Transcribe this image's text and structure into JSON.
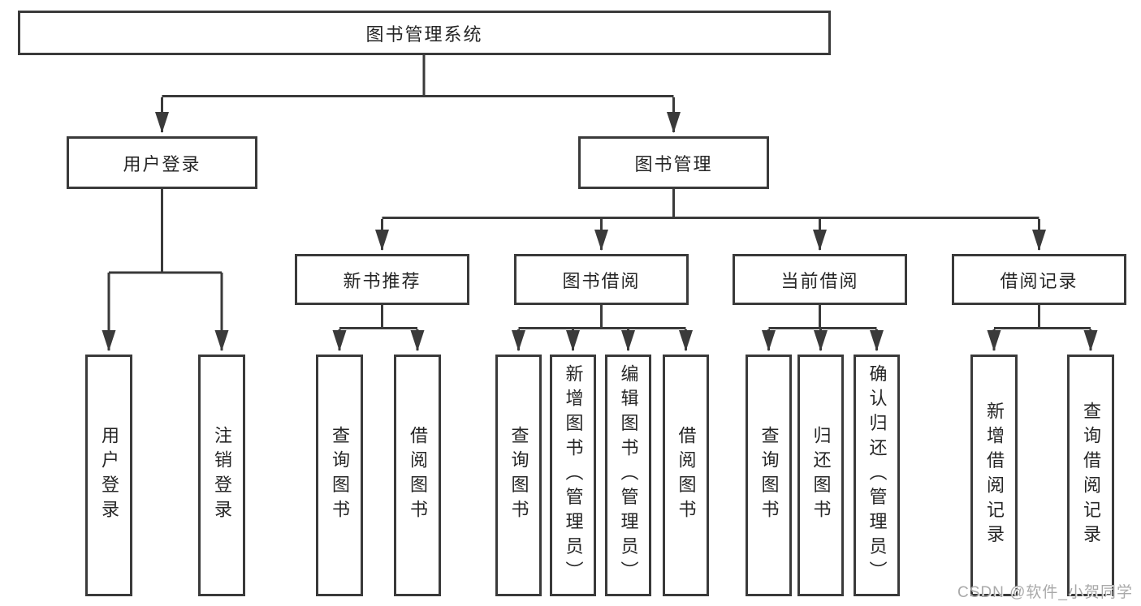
{
  "nodes": {
    "root": "图书管理系统",
    "user_login": "用户登录",
    "book_management": "图书管理",
    "new_book_recommend": "新书推荐",
    "book_borrow": "图书借阅",
    "current_borrow": "当前借阅",
    "borrow_records": "借阅记录",
    "leaf_user_login": "用户登录",
    "leaf_logout": "注销登录",
    "nb_query_book": "查询图书",
    "nb_borrow_book": "借阅图书",
    "bb_query_book": "查询图书",
    "bb_add_book": "新增图书（管理员）",
    "bb_edit_book": "编辑图书（管理员）",
    "bb_borrow_book": "借阅图书",
    "cb_query_book": "查询图书",
    "cb_return_book": "归还图书",
    "cb_confirm_return": "确认归还（管理员）",
    "br_add_record": "新增借阅记录",
    "br_query_record": "查询借阅记录"
  },
  "hierarchy": {
    "图书管理系统": {
      "用户登录": [
        "用户登录",
        "注销登录"
      ],
      "图书管理": {
        "新书推荐": [
          "查询图书",
          "借阅图书"
        ],
        "图书借阅": [
          "查询图书",
          "新增图书（管理员）",
          "编辑图书（管理员）",
          "借阅图书"
        ],
        "当前借阅": [
          "查询图书",
          "归还图书",
          "确认归还（管理员）"
        ],
        "借阅记录": [
          "新增借阅记录",
          "查询借阅记录"
        ]
      }
    }
  },
  "watermark": "CSDN @软件_小贺同学",
  "colors": {
    "line": "#3a3a3a",
    "box_border": "#3a3a3a",
    "text": "#262626",
    "watermark": "#a9a9a9",
    "background": "#ffffff"
  }
}
